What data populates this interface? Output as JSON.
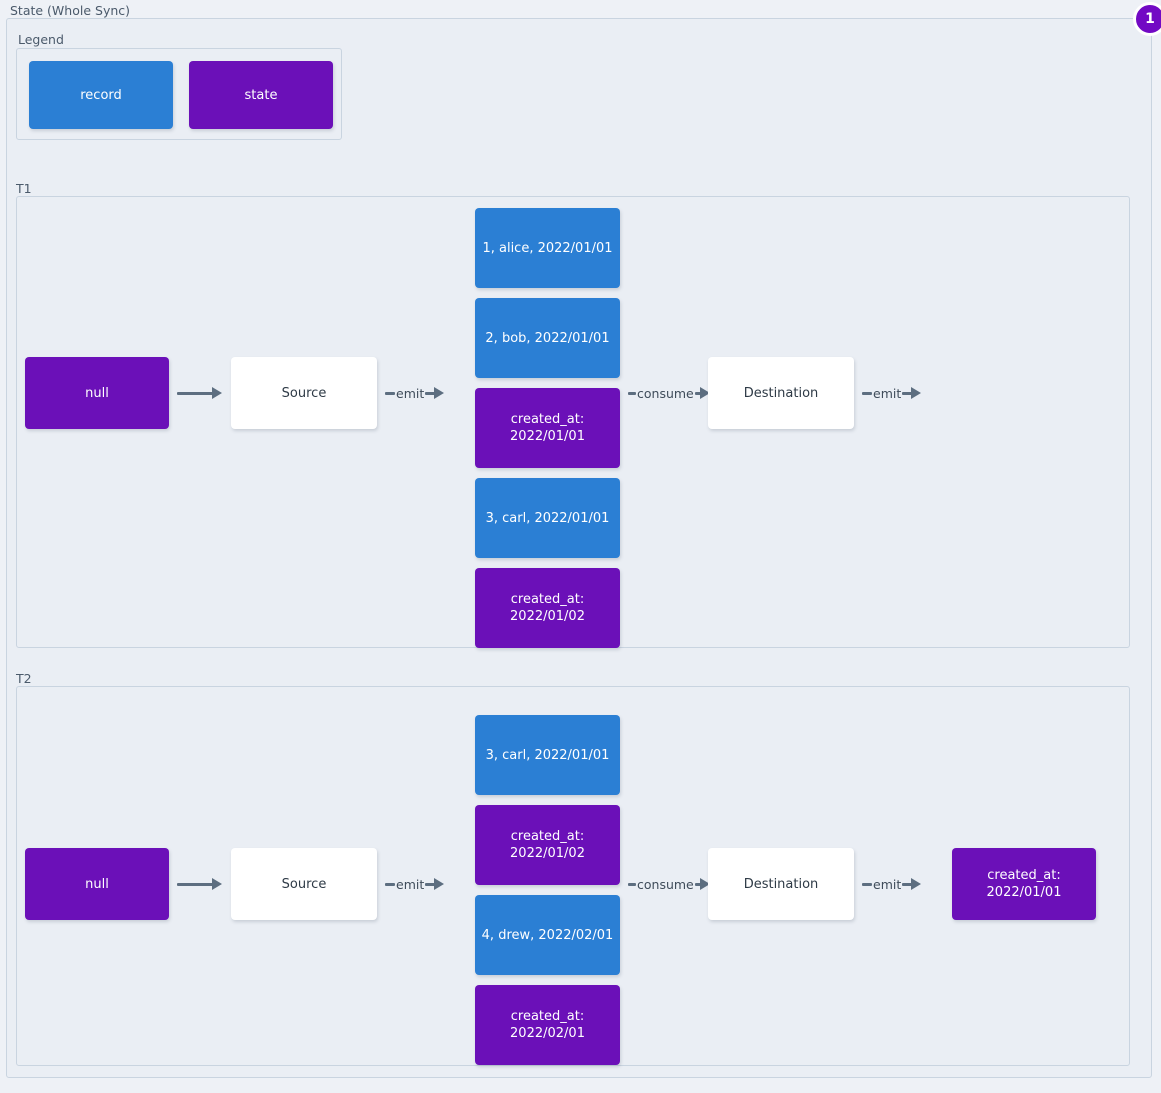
{
  "page": {
    "title": "State (Whole Sync)",
    "badge": "1",
    "colors": {
      "record": "#2b7fd4",
      "state": "#6b10b8",
      "plain": "#ffffff",
      "background": "#eaeef4",
      "border": "#c9d4e0",
      "arrow": "#5d6e80",
      "badge": "#7209c4"
    }
  },
  "legend": {
    "title": "Legend",
    "items": [
      {
        "label": "record",
        "kind": "record"
      },
      {
        "label": "state",
        "kind": "state"
      }
    ]
  },
  "sections": [
    {
      "title": "T1",
      "state_in": "null",
      "source": "Source",
      "destination": "Destination",
      "arrow_source_label": "",
      "arrow_emit_label": "emit",
      "arrow_consume_label": "consume",
      "arrow_out_label": "emit",
      "stream": [
        {
          "kind": "record",
          "label": "1, alice, 2022/01/01"
        },
        {
          "kind": "record",
          "label": "2, bob, 2022/01/01"
        },
        {
          "kind": "state",
          "label": "created_at:\n2022/01/01"
        },
        {
          "kind": "record",
          "label": "3, carl, 2022/01/01"
        },
        {
          "kind": "state",
          "label": "created_at:\n2022/01/02"
        }
      ],
      "output": null
    },
    {
      "title": "T2",
      "state_in": "null",
      "source": "Source",
      "destination": "Destination",
      "arrow_source_label": "",
      "arrow_emit_label": "emit",
      "arrow_consume_label": "consume",
      "arrow_out_label": "emit",
      "stream": [
        {
          "kind": "record",
          "label": "3, carl, 2022/01/01"
        },
        {
          "kind": "state",
          "label": "created_at:\n2022/01/02"
        },
        {
          "kind": "record",
          "label": "4, drew, 2022/02/01"
        },
        {
          "kind": "state",
          "label": "created_at:\n2022/02/01"
        }
      ],
      "output": {
        "kind": "state",
        "label": "created_at:\n2022/01/01"
      }
    }
  ]
}
